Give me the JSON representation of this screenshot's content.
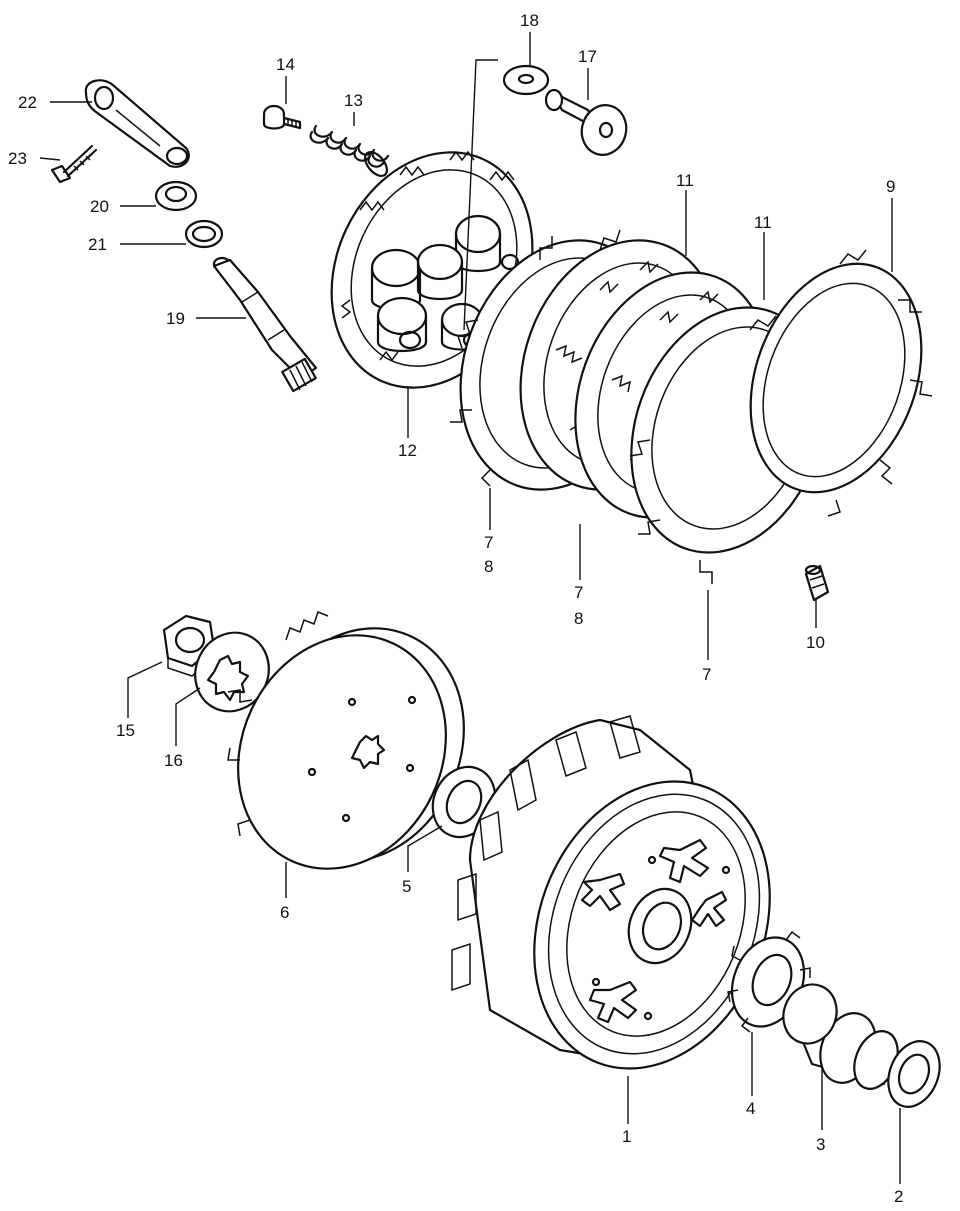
{
  "callouts": {
    "c1": "1",
    "c2": "2",
    "c3": "3",
    "c4": "4",
    "c5": "5",
    "c6": "6",
    "c7a": "7",
    "c7b": "7",
    "c7c": "7",
    "c8a": "8",
    "c8b": "8",
    "c9": "9",
    "c10": "10",
    "c11a": "11",
    "c11b": "11",
    "c12": "12",
    "c13": "13",
    "c14": "14",
    "c15": "15",
    "c16": "16",
    "c17": "17",
    "c18": "18",
    "c19": "19",
    "c20": "20",
    "c21": "21",
    "c22": "22",
    "c23": "23"
  }
}
